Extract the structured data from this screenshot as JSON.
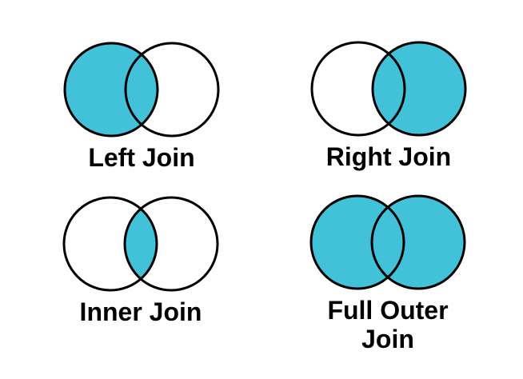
{
  "colors": {
    "fill": "#42C2D8",
    "stroke": "#000000",
    "background": "#FFFFFF",
    "label_text": "#000000"
  },
  "diagrams": [
    {
      "label": "Left Join",
      "filled_regions": {
        "left_circle": true,
        "right_circle": false,
        "intersection": true
      }
    },
    {
      "label": "Right Join",
      "filled_regions": {
        "left_circle": false,
        "right_circle": true,
        "intersection": true
      }
    },
    {
      "label": "Inner Join",
      "filled_regions": {
        "left_circle": false,
        "right_circle": false,
        "intersection": true
      }
    },
    {
      "label": "Full Outer Join",
      "filled_regions": {
        "left_circle": true,
        "right_circle": true,
        "intersection": true
      }
    }
  ]
}
